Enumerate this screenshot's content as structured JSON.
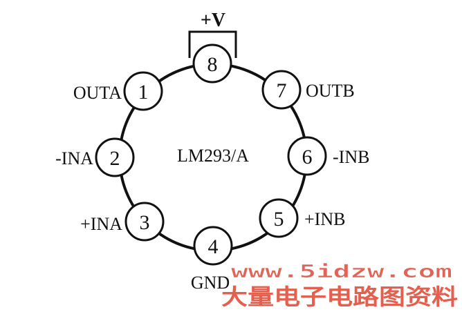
{
  "diagram": {
    "center_label": "LM293/A",
    "supply_label": "+V",
    "pins": [
      {
        "number": "1",
        "name": "OUTA"
      },
      {
        "number": "2",
        "name": "-INA"
      },
      {
        "number": "3",
        "name": "+INA"
      },
      {
        "number": "4",
        "name": "GND"
      },
      {
        "number": "5",
        "name": "+INB"
      },
      {
        "number": "6",
        "name": "-INB"
      },
      {
        "number": "7",
        "name": "OUTB"
      },
      {
        "number": "8",
        "name": ""
      }
    ]
  },
  "watermark": {
    "url": "www.5idzw.com",
    "text": "大量电子电路图资料",
    "color_url": "#d84a3a",
    "color_text": "#e0432f"
  },
  "colors": {
    "ink": "#111111",
    "background": "#ffffff"
  }
}
